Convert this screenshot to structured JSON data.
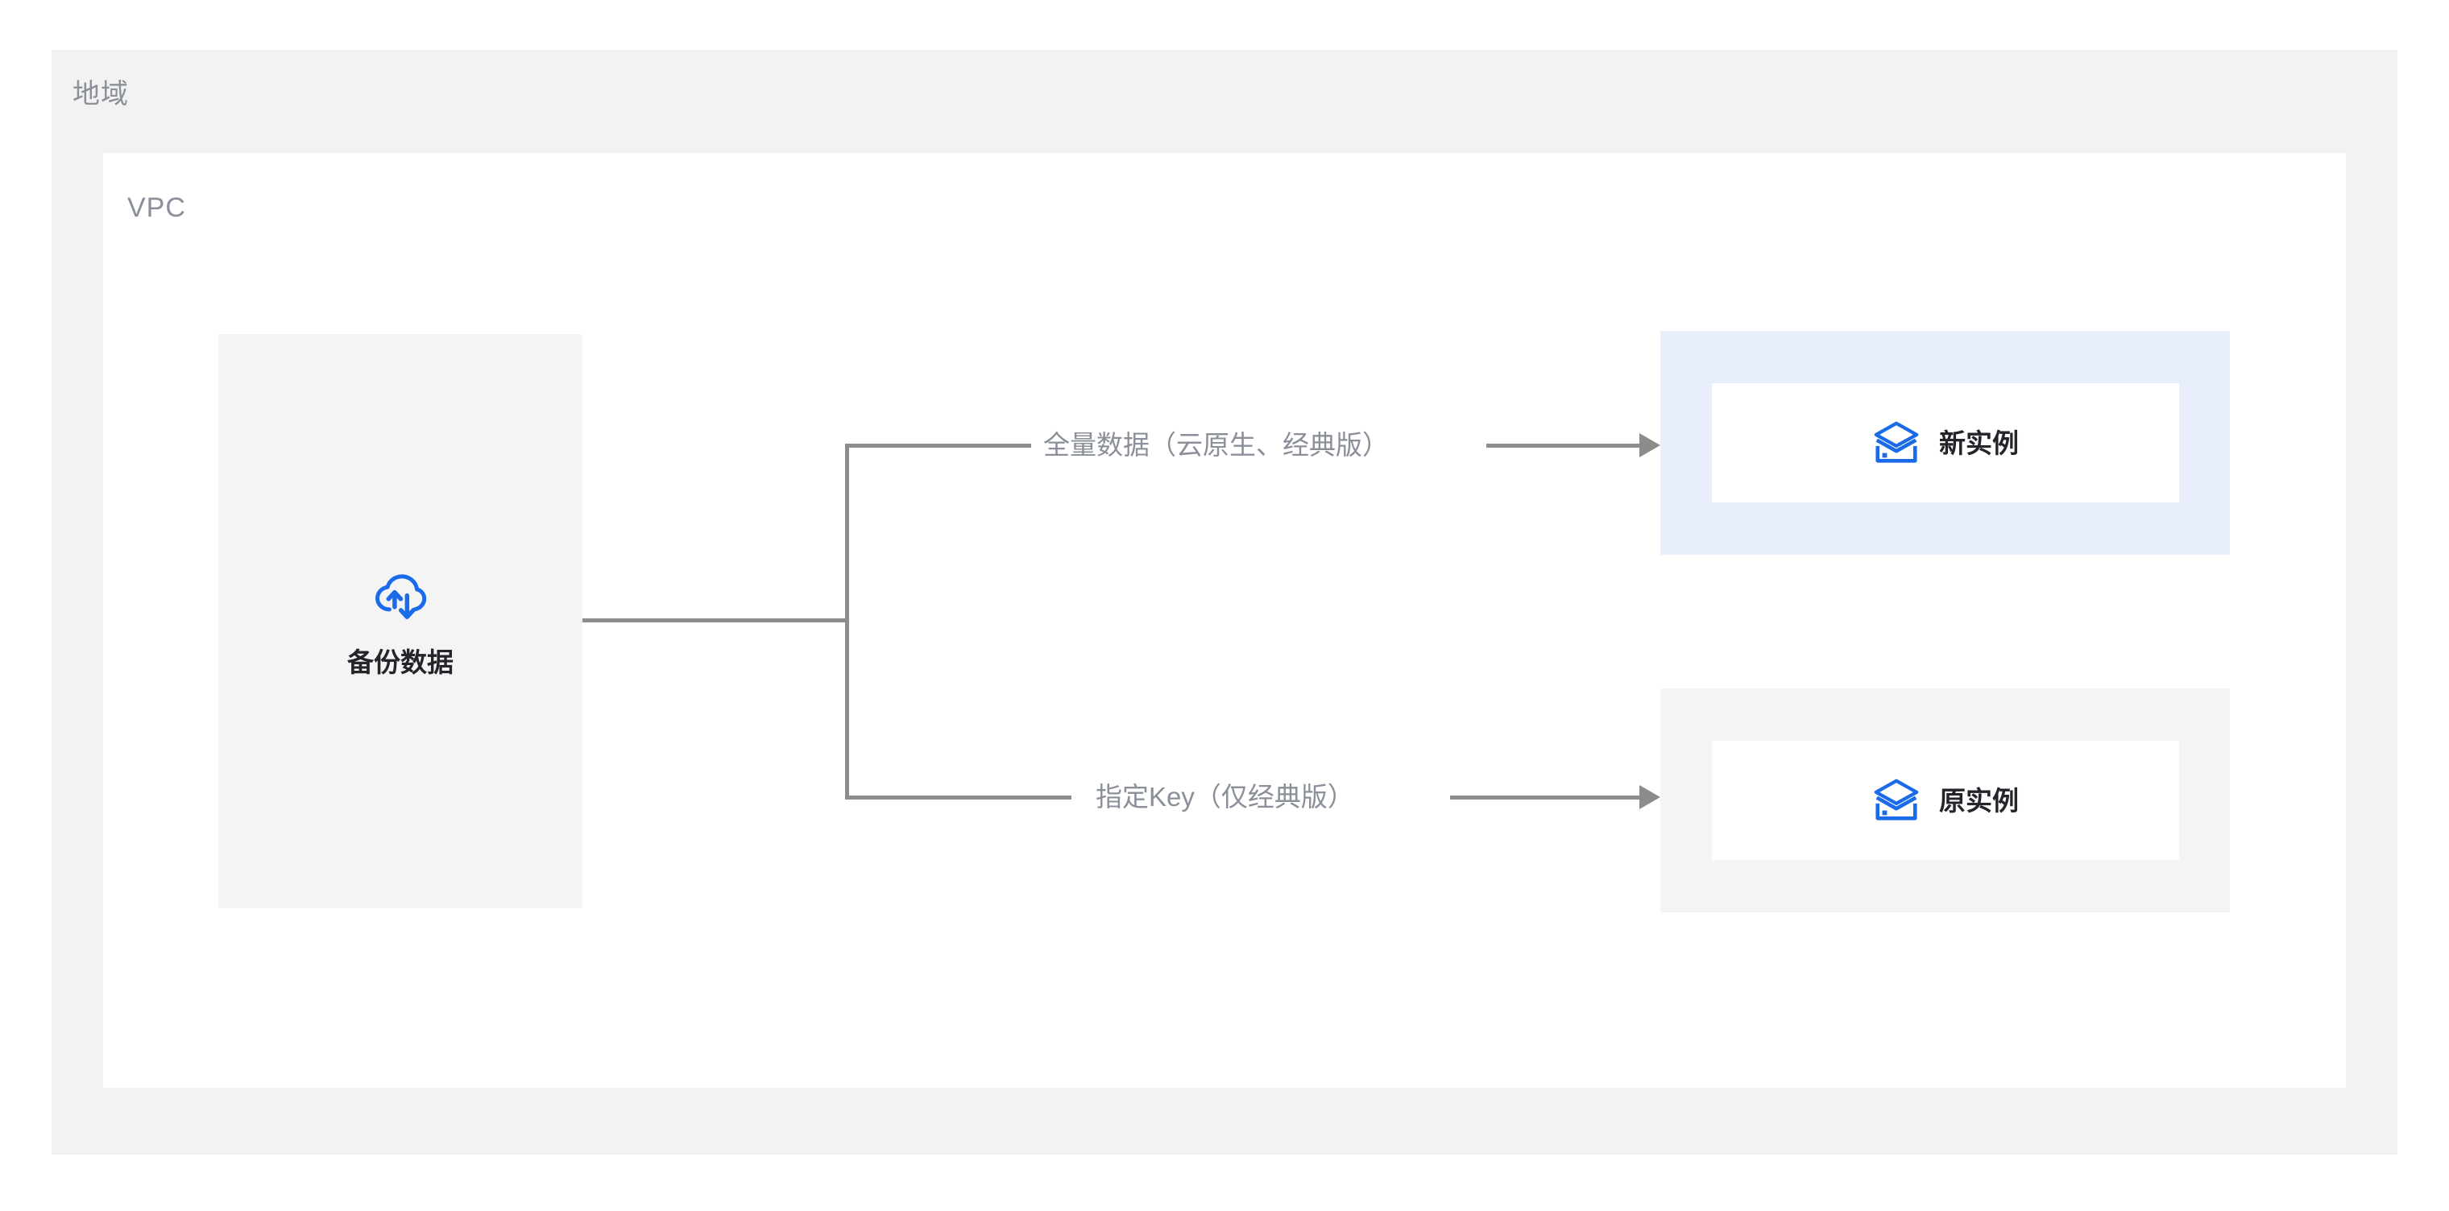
{
  "diagram": {
    "region": {
      "label": "地域",
      "vpc": {
        "label": "VPC"
      }
    },
    "source": {
      "label": "备份数据",
      "icon": "cloud-backup-restore-icon"
    },
    "edges": [
      {
        "label": "全量数据（云原生、经典版）",
        "target": "新实例"
      },
      {
        "label": "指定Key（仅经典版）",
        "target": "原实例"
      }
    ],
    "targets": [
      {
        "label": "新实例",
        "icon": "database-stack-icon",
        "highlight_color": "#e8eefc"
      },
      {
        "label": "原实例",
        "icon": "database-stack-icon",
        "highlight_color": "#f4f4f4"
      }
    ],
    "colors": {
      "accent_blue": "#1a6bea",
      "line_gray": "#8c8c8c",
      "label_gray": "#8a8f99",
      "text_dark": "#23252b",
      "region_bg": "#f2f2f2",
      "vpc_bg": "#ffffff",
      "card_bg": "#f4f4f4"
    }
  }
}
